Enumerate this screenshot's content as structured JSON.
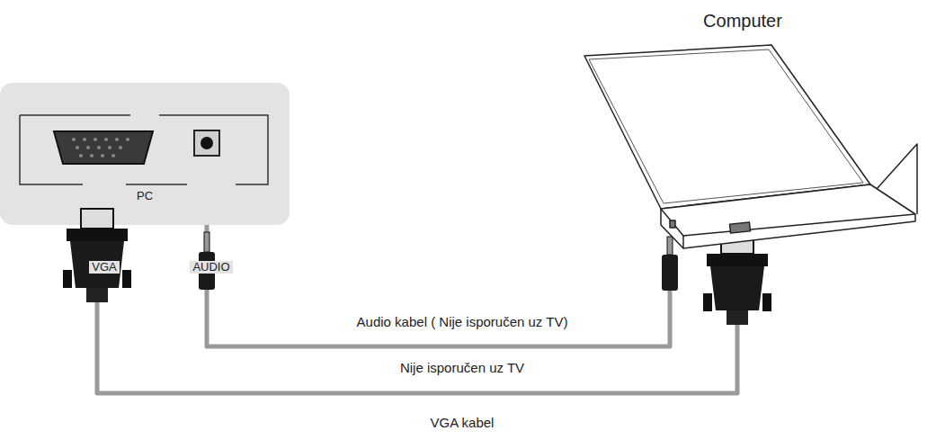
{
  "diagram": {
    "nodes": [
      {
        "text": [
          "PC",
          "VGA",
          "AUDIO"
        ]
      },
      {
        "text": [
          "Computer"
        ]
      }
    ],
    "edges": [
      {
        "from": 0,
        "to": 1,
        "arrow": "none",
        "label": "Audio kabel ( Nije isporučen uz TV)"
      },
      {
        "from": 0,
        "to": 1,
        "arrow": "none",
        "label": "VGA kabel"
      }
    ],
    "labels": [
      "Nije isporučen uz TV"
    ]
  }
}
